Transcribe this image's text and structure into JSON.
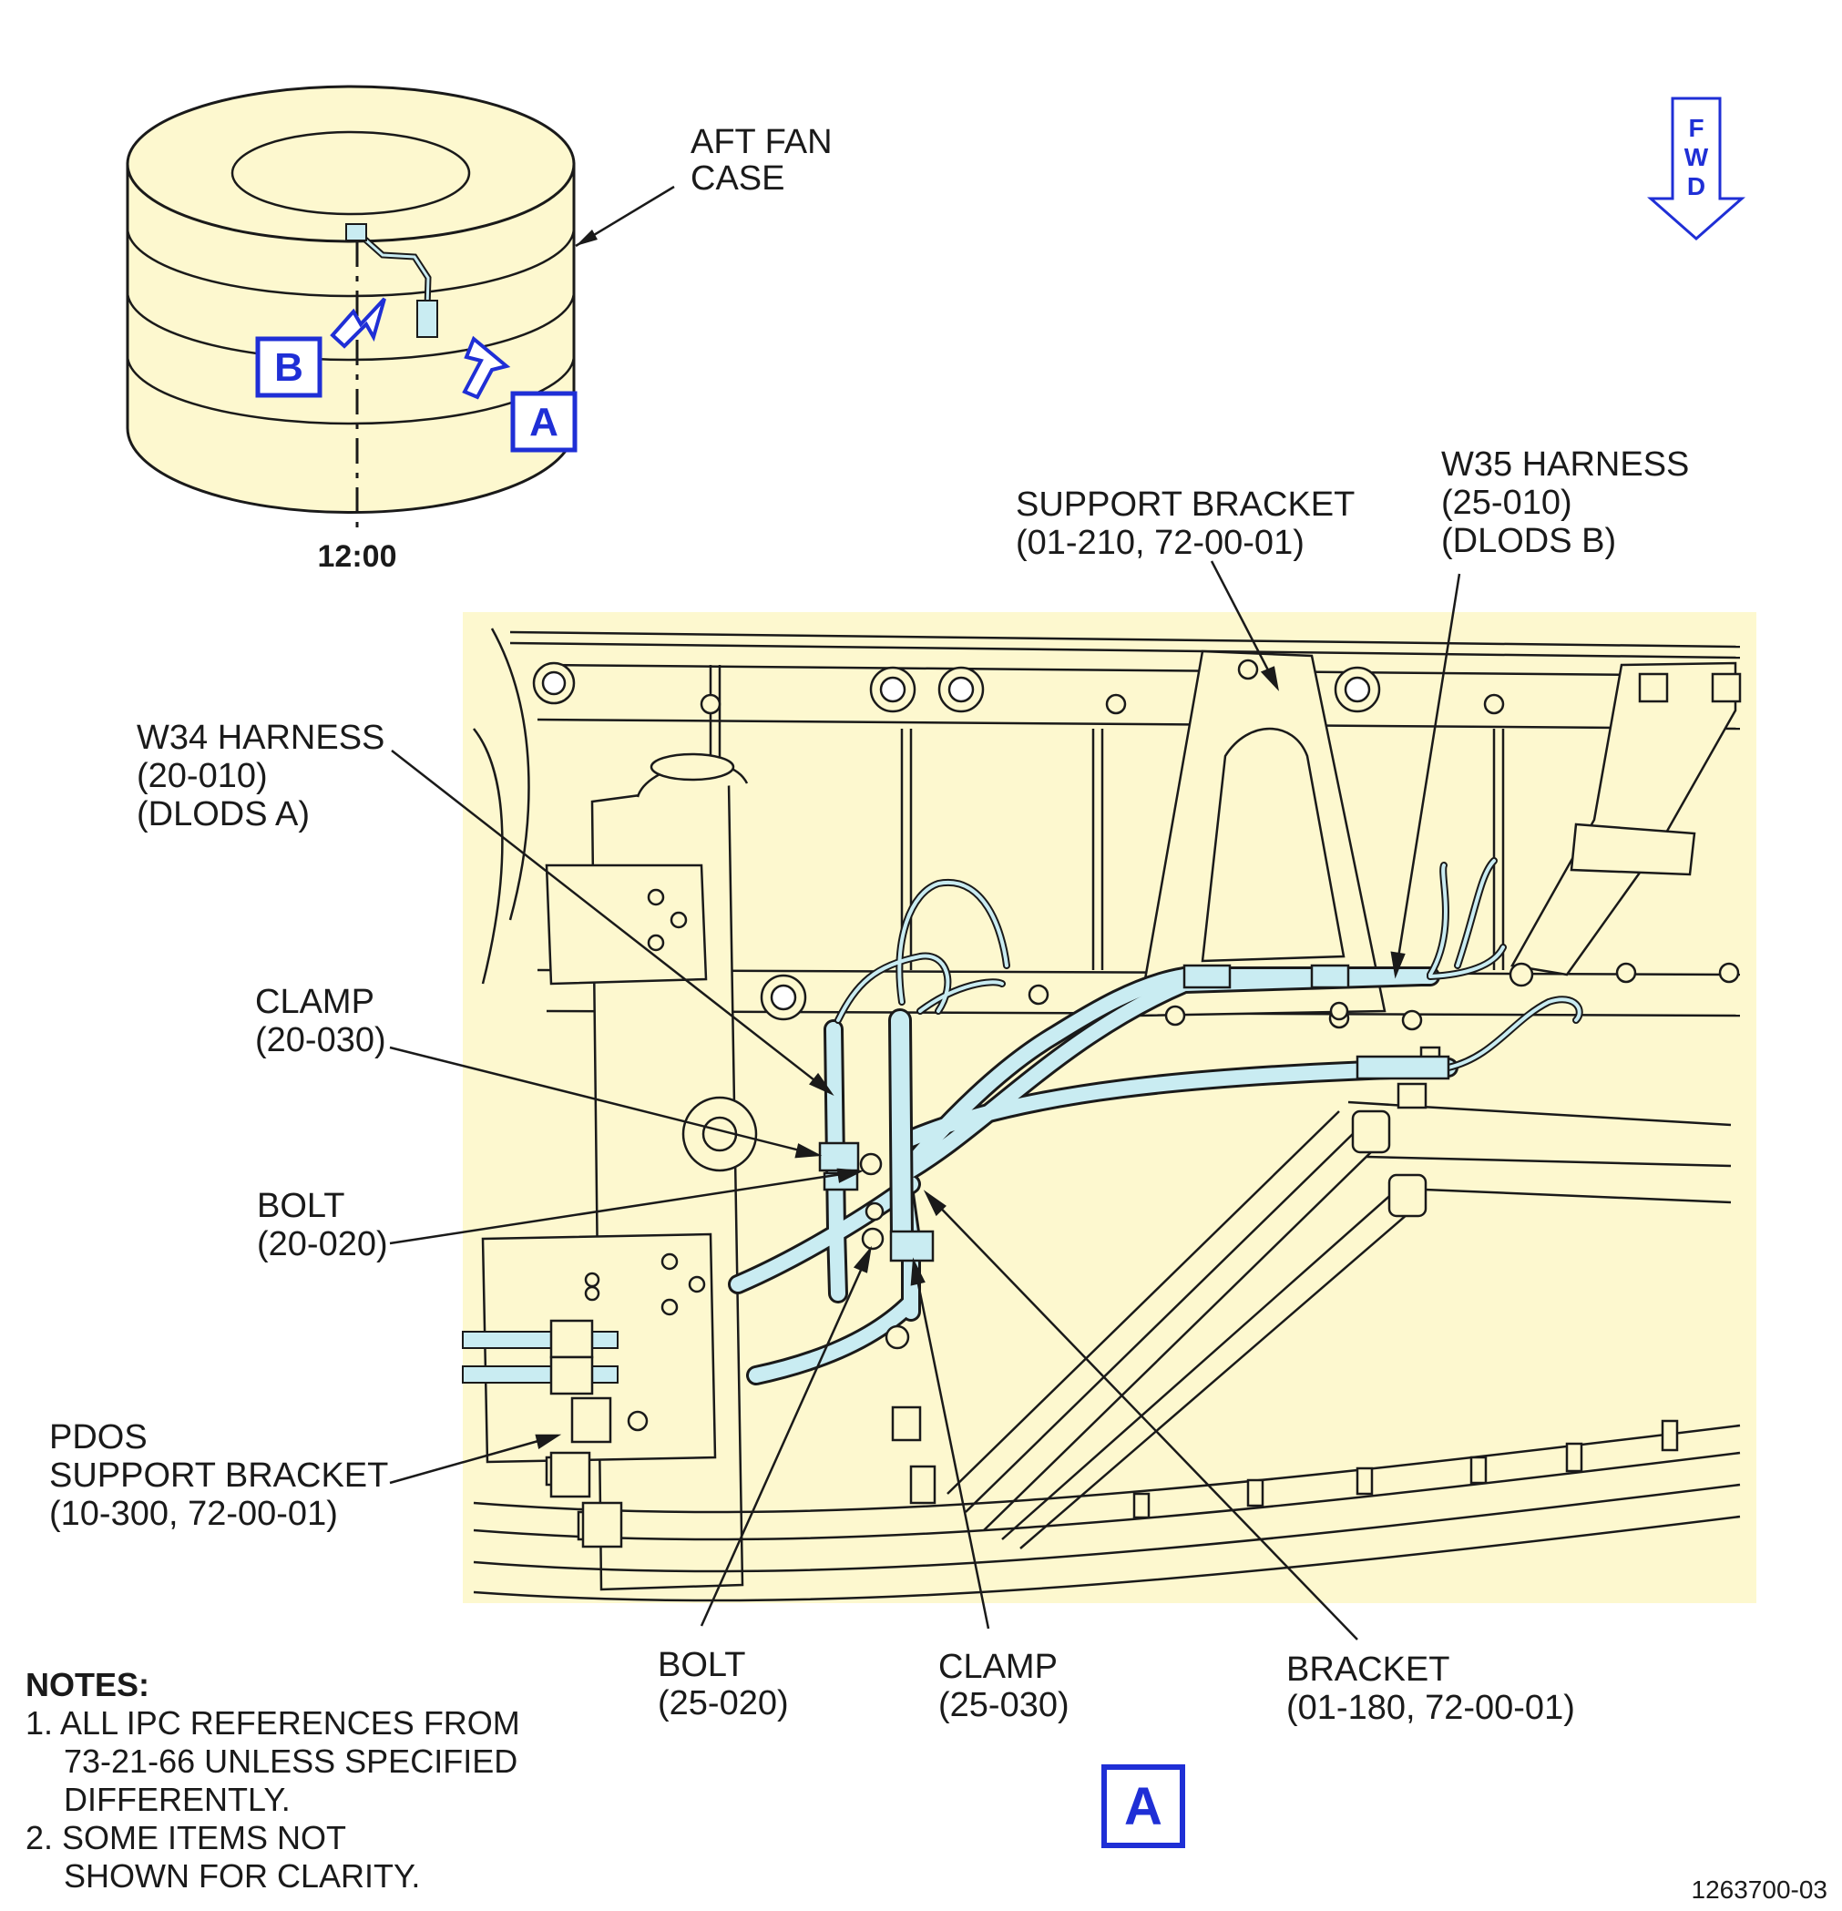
{
  "colors": {
    "panel_fill": "#fdf8cf",
    "line": "#1a1a1a",
    "harness": "#c9ecf2",
    "tag_blue": "#1f2fd6"
  },
  "inset": {
    "part_label_line1": "AFT FAN",
    "part_label_line2": "CASE",
    "clock_position": "12:00",
    "view_tag_a": "A",
    "view_tag_b": "B"
  },
  "fwd_arrow": {
    "letters": [
      "F",
      "W",
      "D"
    ]
  },
  "callouts": {
    "support_bracket": {
      "line1": "SUPPORT BRACKET",
      "line2": "(01-210, 72-00-01)"
    },
    "w35_harness": {
      "line1": "W35 HARNESS",
      "line2": "(25-010)",
      "line3": "(DLODS B)"
    },
    "w34_harness": {
      "line1": "W34 HARNESS",
      "line2": "(20-010)",
      "line3": "(DLODS A)"
    },
    "clamp_20": {
      "line1": "CLAMP",
      "line2": "(20-030)"
    },
    "bolt_20": {
      "line1": "BOLT",
      "line2": "(20-020)"
    },
    "pdos_bracket": {
      "line1": "PDOS",
      "line2": "SUPPORT BRACKET",
      "line3": "(10-300, 72-00-01)"
    },
    "bolt_25": {
      "line1": "BOLT",
      "line2": "(25-020)"
    },
    "clamp_25": {
      "line1": "CLAMP",
      "line2": "(25-030)"
    },
    "bracket_01": {
      "line1": "BRACKET",
      "line2": "(01-180, 72-00-01)"
    }
  },
  "notes": {
    "heading": "NOTES:",
    "n1_line1": "1. ALL IPC REFERENCES FROM",
    "n1_line2": "73-21-66 UNLESS SPECIFIED",
    "n1_line3": "DIFFERENTLY.",
    "n2_line1": "2. SOME ITEMS NOT",
    "n2_line2": "SHOWN FOR CLARITY."
  },
  "view_label": "A",
  "drawing_number": "1263700-03"
}
